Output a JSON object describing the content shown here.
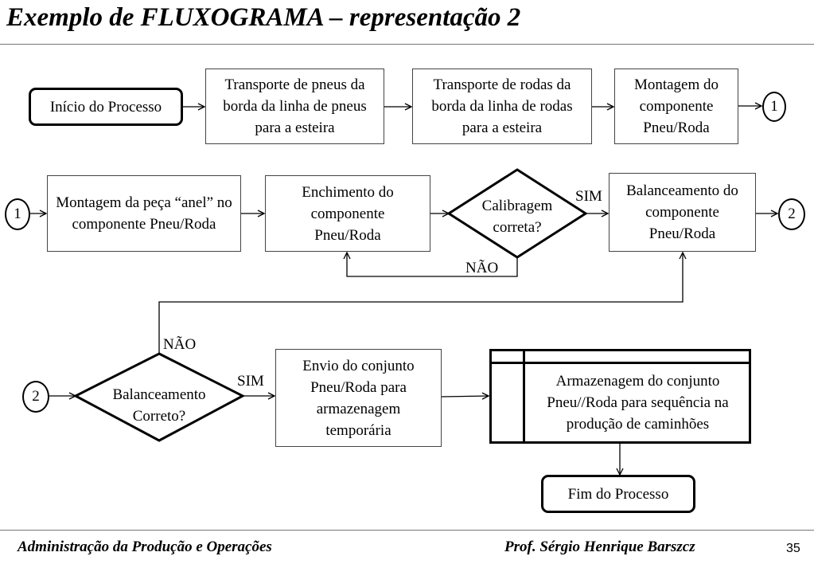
{
  "title": "Exemplo de FLUXOGRAMA – representação 2",
  "nodes": {
    "start": "Início do Processo",
    "transport_tires": "Transporte de pneus da borda da linha de pneus para a esteira",
    "transport_wheels": "Transporte de rodas da borda da linha de rodas para a esteira",
    "assembly_component": "Montagem do componente Pneu/Roda",
    "assembly_ring": "Montagem da peça “anel” no componente Pneu/Roda",
    "filling": "Enchimento do componente Pneu/Roda",
    "calibration_decision": "Calibragem correta?",
    "balancing": "Balanceamento do componente Pneu/Roda",
    "balancing_decision": "Balanceamento Correto?",
    "shipping": "Envio  do conjunto Pneu/Roda para armazenagem temporária",
    "storage": "Armazenagem do conjunto Pneu//Roda para sequência na produção de caminhões",
    "end": "Fim do Processo"
  },
  "connectors": {
    "one": "1",
    "two": "2"
  },
  "edge_labels": {
    "yes": "SIM",
    "no": "NÃO"
  },
  "footer": {
    "left": "Administração da Produção e Operações",
    "right": "Prof. Sérgio Henrique Barszcz",
    "page": "35"
  }
}
